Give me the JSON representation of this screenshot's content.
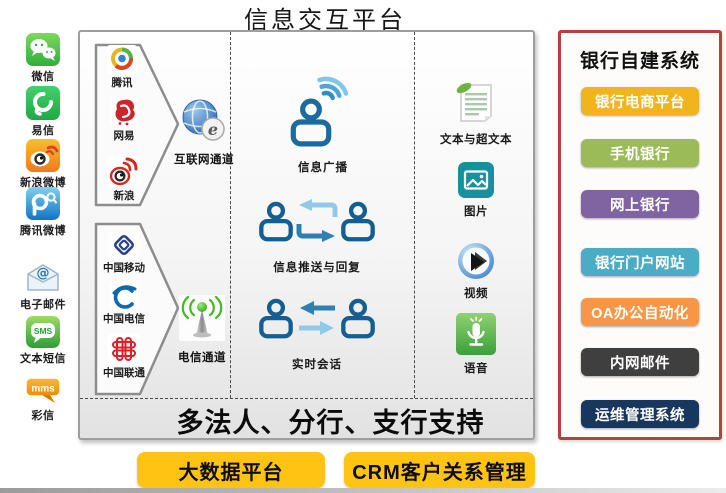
{
  "title": "信息交互平台",
  "colors": {
    "panel_border": "#B5433C",
    "box_border": "#9E9E9E",
    "accent_yellow": "#FFC413",
    "person_blue": "#1B6B9E"
  },
  "sidebar": {
    "items": [
      {
        "label": "微信",
        "icon": "wechat-icon"
      },
      {
        "label": "易信",
        "icon": "yixin-icon"
      },
      {
        "label": "新浪微博",
        "icon": "sina-weibo-icon"
      },
      {
        "label": "腾讯微博",
        "icon": "tencent-weibo-icon"
      },
      {
        "label": "电子邮件",
        "icon": "email-icon"
      },
      {
        "label": "文本短信",
        "icon": "sms-icon",
        "icon_text": "SMS"
      },
      {
        "label": "彩信",
        "icon": "mms-icon",
        "icon_text": "mms"
      }
    ]
  },
  "platform": {
    "internet_channel": {
      "label": "互联网通道",
      "providers": [
        {
          "label": "腾讯",
          "icon": "tencent-icon"
        },
        {
          "label": "网易",
          "icon": "netease-icon"
        },
        {
          "label": "新浪",
          "icon": "sina-icon"
        }
      ]
    },
    "telecom_channel": {
      "label": "电信通道",
      "providers": [
        {
          "label": "中国移动",
          "icon": "china-mobile-icon"
        },
        {
          "label": "中国电信",
          "icon": "china-telecom-icon"
        },
        {
          "label": "中国联通",
          "icon": "china-unicom-icon"
        }
      ]
    },
    "capabilities": [
      {
        "label": "信息广播",
        "icon": "broadcast-person-icon"
      },
      {
        "label": "信息推送与回复",
        "icon": "push-reply-icon"
      },
      {
        "label": "实时会话",
        "icon": "realtime-chat-icon"
      }
    ],
    "media_types": [
      {
        "label": "文本与超文本",
        "icon": "document-icon"
      },
      {
        "label": "图片",
        "icon": "image-icon"
      },
      {
        "label": "视频",
        "icon": "video-icon"
      },
      {
        "label": "语音",
        "icon": "voice-icon"
      }
    ],
    "footer_banner": "多法人、分行、支行支持"
  },
  "bank_systems": {
    "title": "银行自建系统",
    "items": [
      {
        "label": "银行电商平台",
        "color": "#F2B41C"
      },
      {
        "label": "手机银行",
        "color": "#9BBB59"
      },
      {
        "label": "网上银行",
        "color": "#8064A2"
      },
      {
        "label": "银行门户网站",
        "color": "#4BACC6"
      },
      {
        "label": "OA办公自动化",
        "color": "#F79646"
      },
      {
        "label": "内网邮件",
        "color": "#3F3F3F"
      },
      {
        "label": "运维管理系统",
        "color": "#17375E"
      }
    ]
  },
  "bottom_buttons": [
    {
      "label": "大数据平台"
    },
    {
      "label": "CRM客户关系管理"
    }
  ]
}
